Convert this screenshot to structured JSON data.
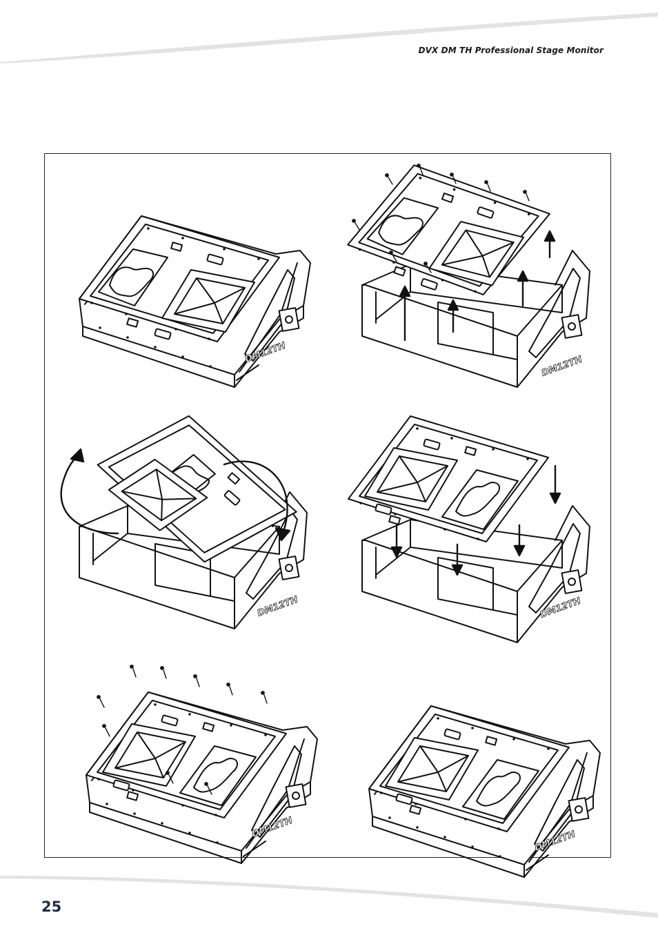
{
  "header": {
    "title": "DVX DM TH Professional Stage Monitor"
  },
  "figure": {
    "steps": [
      {
        "model_label": "DM12TH",
        "state": "assembled, woofer left / horn right"
      },
      {
        "model_label": "DM12TH",
        "state": "baffle lifted off cabinet"
      },
      {
        "model_label": "DM12TH",
        "state": "baffle rotated 180 degrees"
      },
      {
        "model_label": "DM12TH",
        "state": "baffle lowered onto cabinet"
      },
      {
        "model_label": "DM12TH",
        "state": "screws reinserted"
      },
      {
        "model_label": "DM12TH",
        "state": "assembled, horn left / woofer right"
      }
    ]
  },
  "footer": {
    "page_number": "25"
  }
}
